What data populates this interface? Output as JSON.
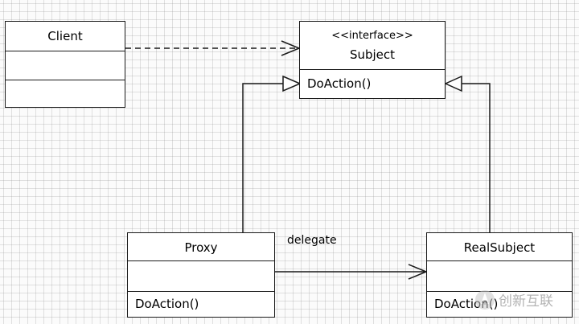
{
  "diagram": {
    "classes": {
      "client": {
        "name": "Client"
      },
      "subject": {
        "stereotype": "<<interface>>",
        "name": "Subject",
        "method": "DoAction()"
      },
      "proxy": {
        "name": "Proxy",
        "method": "DoAction()"
      },
      "real_subject": {
        "name": "RealSubject",
        "method": "DoAction()"
      }
    },
    "relations": {
      "client_to_subject": {
        "kind": "dependency"
      },
      "proxy_to_subject": {
        "kind": "realization"
      },
      "real_subject_to_subject": {
        "kind": "realization"
      },
      "proxy_to_real_subject": {
        "kind": "association",
        "label": "delegate"
      }
    }
  },
  "watermark": {
    "text": "创新互联"
  },
  "colors": {
    "line": "#1a1a1a",
    "box_fill": "#ffffff",
    "grid": "#c8c8c8"
  }
}
